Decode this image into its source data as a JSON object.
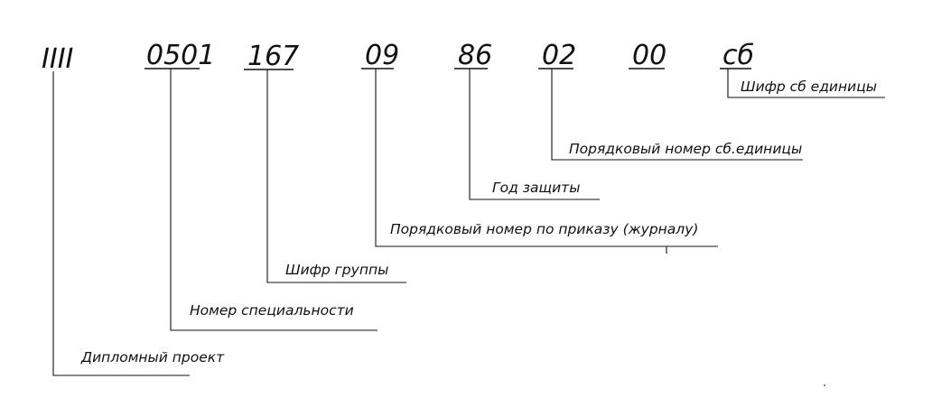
{
  "diagram": {
    "codes": [
      {
        "text": "IIII",
        "underlined": false
      },
      {
        "text": "0501",
        "underlined": true
      },
      {
        "text": "167",
        "underlined": true
      },
      {
        "text": "09",
        "underlined": true
      },
      {
        "text": "86",
        "underlined": true
      },
      {
        "text": "02",
        "underlined": true
      },
      {
        "text": "00",
        "underlined": true
      },
      {
        "text": "сб",
        "underlined": true
      }
    ],
    "labels": [
      "Шифр сб единицы",
      "Порядковый номер сб.единицы",
      "Год защиты",
      "Порядковый номер по приказу (журналу)",
      "Шифр группы",
      "Номер специальности",
      "Дипломный проект"
    ]
  }
}
